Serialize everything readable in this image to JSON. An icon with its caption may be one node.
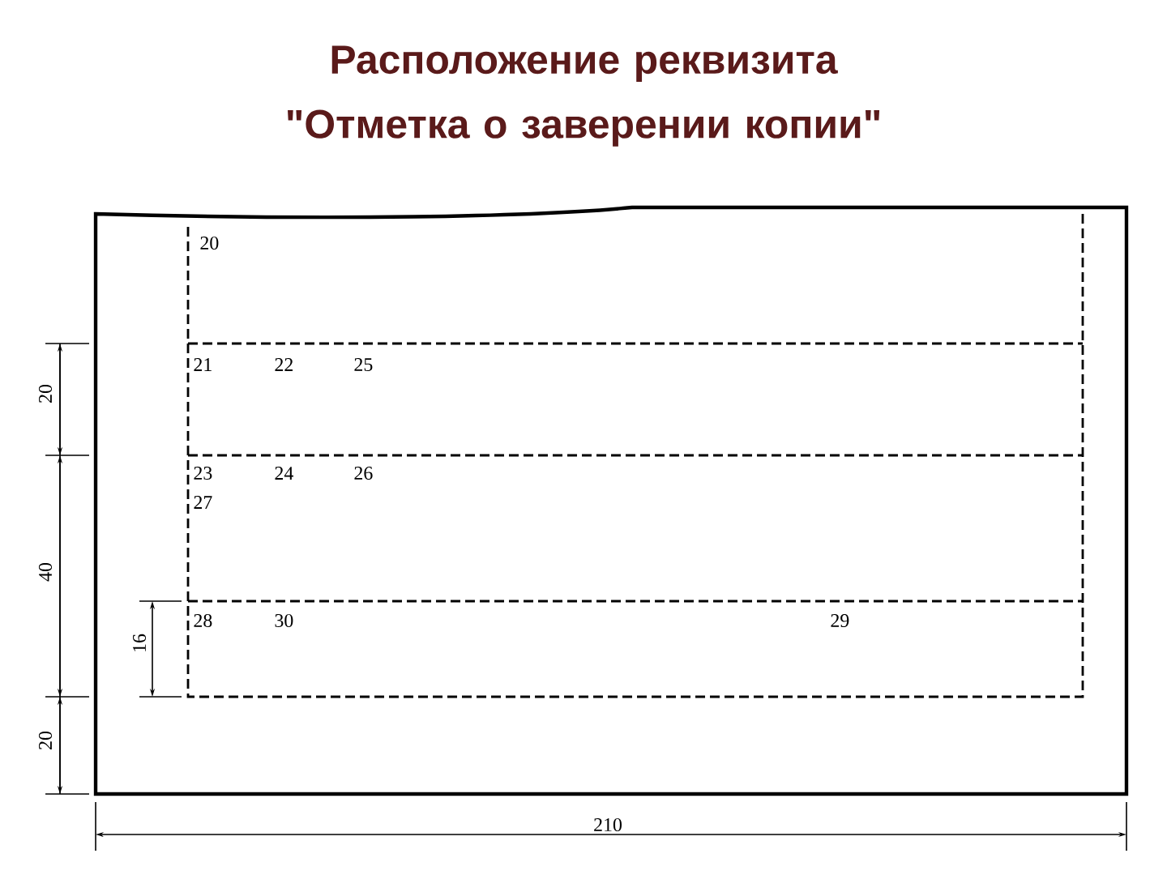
{
  "diagram": {
    "title": "Расположение реквизита \"Отметка о заверении копии\"",
    "labels": [
      "20",
      "21",
      "22",
      "25",
      "20",
      "23",
      "24",
      "26",
      "27",
      "40",
      "28",
      "30",
      "29",
      "16",
      "20",
      "210"
    ]
  }
}
